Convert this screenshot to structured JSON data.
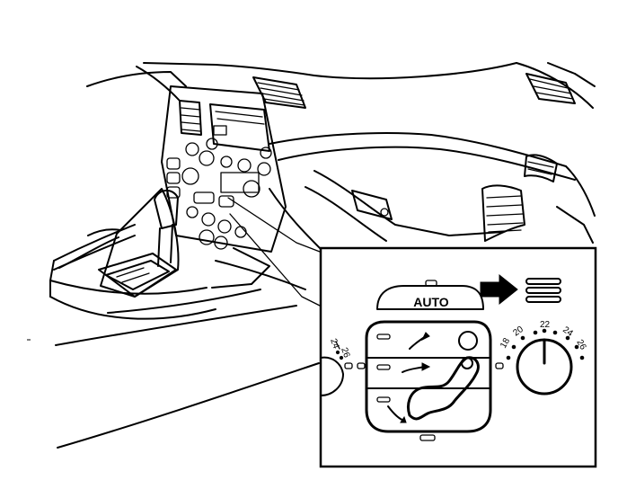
{
  "callout": {
    "auto_button_label": "AUTO"
  },
  "left_dial": {
    "scale_labels": [
      "24",
      "26"
    ]
  },
  "right_dial": {
    "scale_labels": [
      "18",
      "20",
      "22",
      "24",
      "26"
    ]
  },
  "icons": {
    "indicator_arrow": "arrow-right-icon",
    "airflow_lines": "airflow-lines-icon"
  }
}
